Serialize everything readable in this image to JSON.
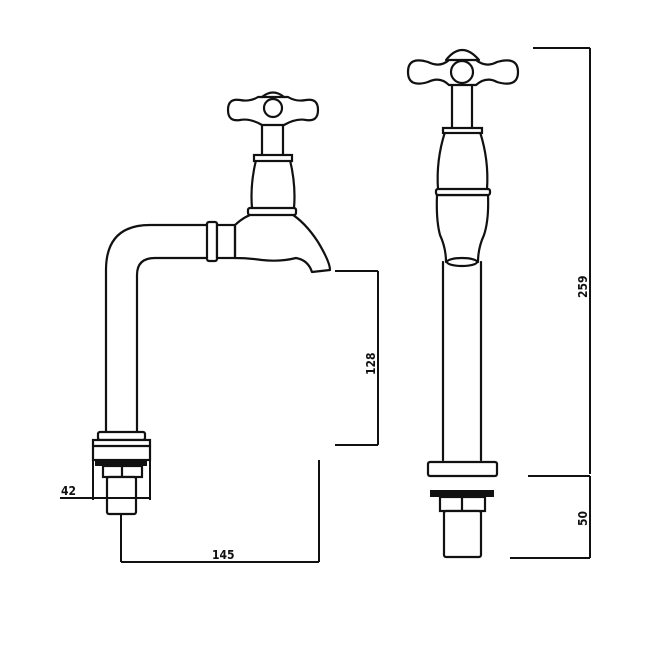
{
  "drawing": {
    "title": "Bib tap and pillar tap technical drawing",
    "dimensions": {
      "base_width": "42",
      "projection": "145",
      "spout_height": "128",
      "overall_height": "259",
      "tail_length": "50"
    }
  }
}
